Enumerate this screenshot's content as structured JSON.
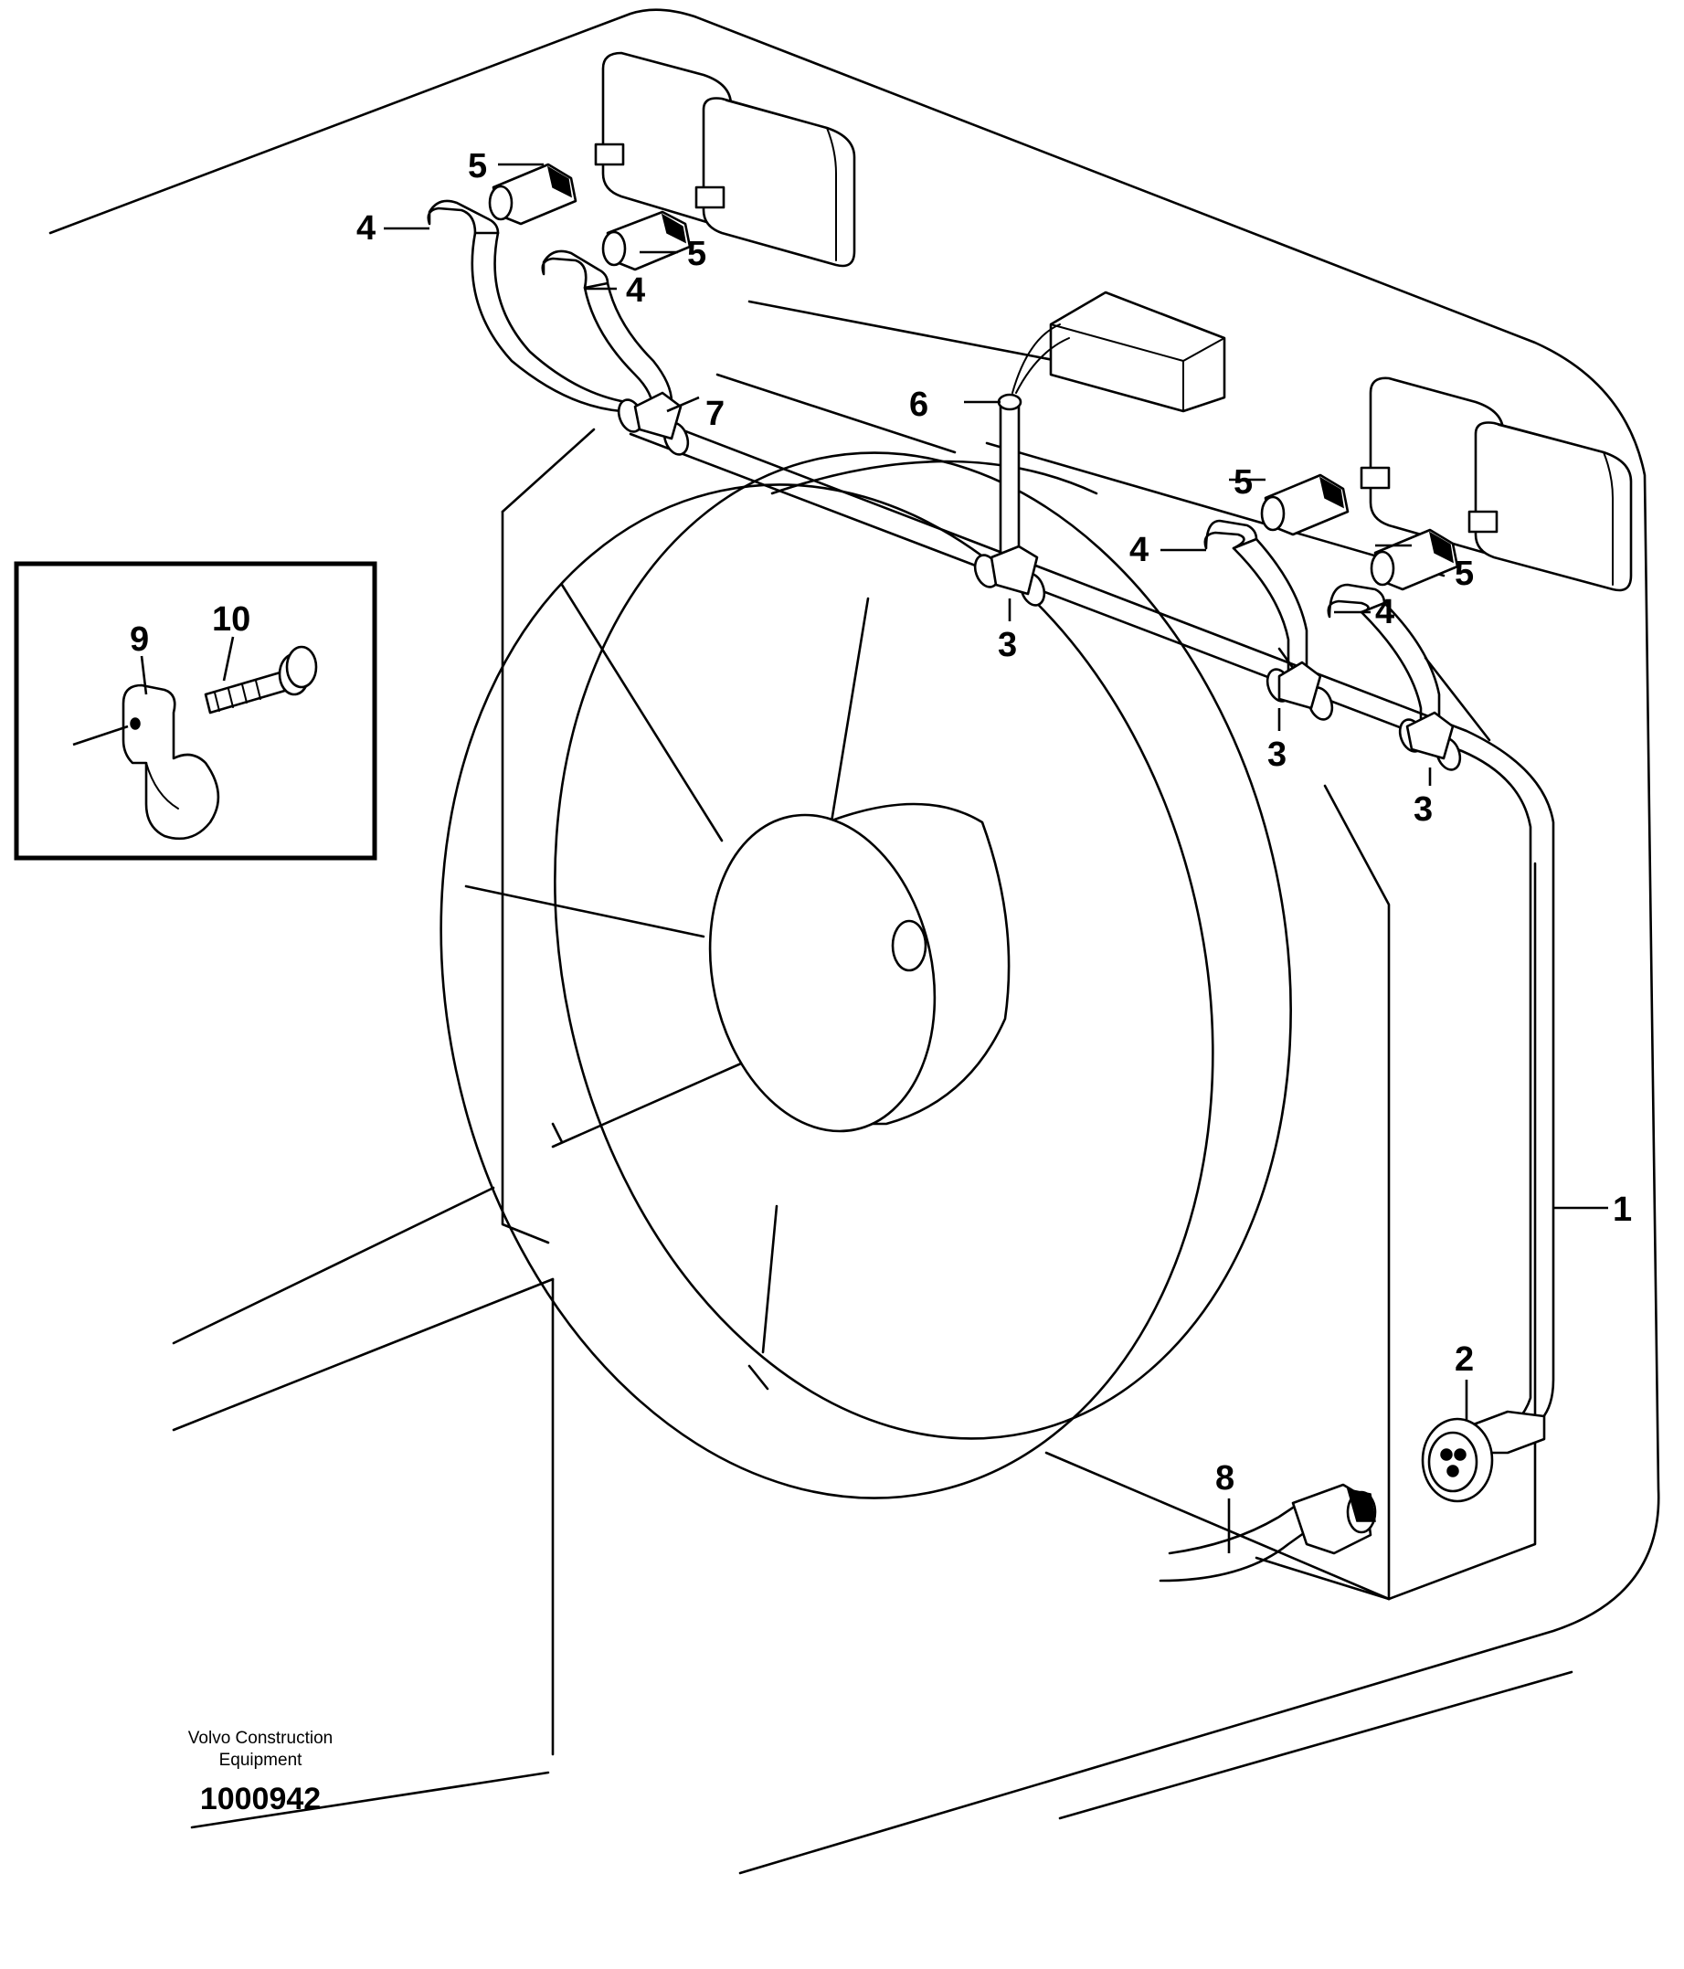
{
  "callouts": {
    "c1": "1",
    "c2": "2",
    "c3": "3",
    "c4": "4",
    "c5": "5",
    "c6": "6",
    "c7": "7",
    "c8": "8",
    "c9": "9",
    "c10": "10"
  },
  "caption": {
    "line1": "Volvo Construction",
    "line2": "Equipment",
    "number": "1000942"
  }
}
